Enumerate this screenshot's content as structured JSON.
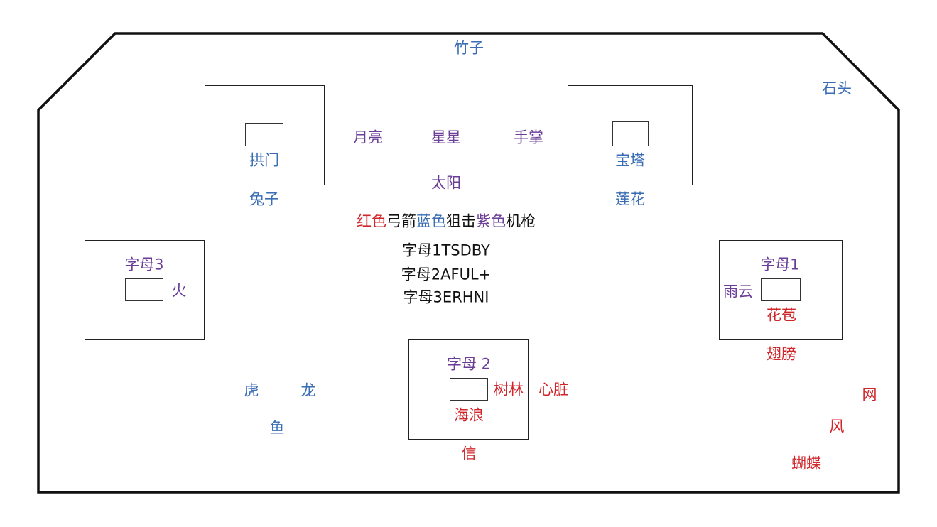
{
  "colors": {
    "blue": "#3a6db4",
    "purple": "#6a3d96",
    "red": "#d0262b",
    "black": "#111111"
  },
  "legend": {
    "red_word": "红色",
    "red_item": "弓箭",
    "blue_word": "蓝色",
    "blue_item": "狙击",
    "purple_word": "紫色",
    "purple_item": "机枪"
  },
  "codes": [
    "字母1TSDBY",
    "字母2AFUL+",
    "字母3ERHNI"
  ],
  "labels": {
    "bamboo": "竹子",
    "stone": "石头",
    "moon": "月亮",
    "stars": "星星",
    "palm": "手掌",
    "arch": "拱门",
    "pagoda": "宝塔",
    "sun": "太阳",
    "rabbit": "兔子",
    "lotus": "莲花",
    "letter3": "字母3",
    "fire": "火",
    "letter1": "字母1",
    "rain_cloud": "雨云",
    "bud": "花苞",
    "wings": "翅膀",
    "letter2": "字母 2",
    "forest": "树林",
    "heart": "心脏",
    "waves": "海浪",
    "tiger": "虎",
    "dragon": "龙",
    "fish": "鱼",
    "letter": "信",
    "net": "网",
    "wind": "风",
    "butterfly": "蝴蝶"
  }
}
